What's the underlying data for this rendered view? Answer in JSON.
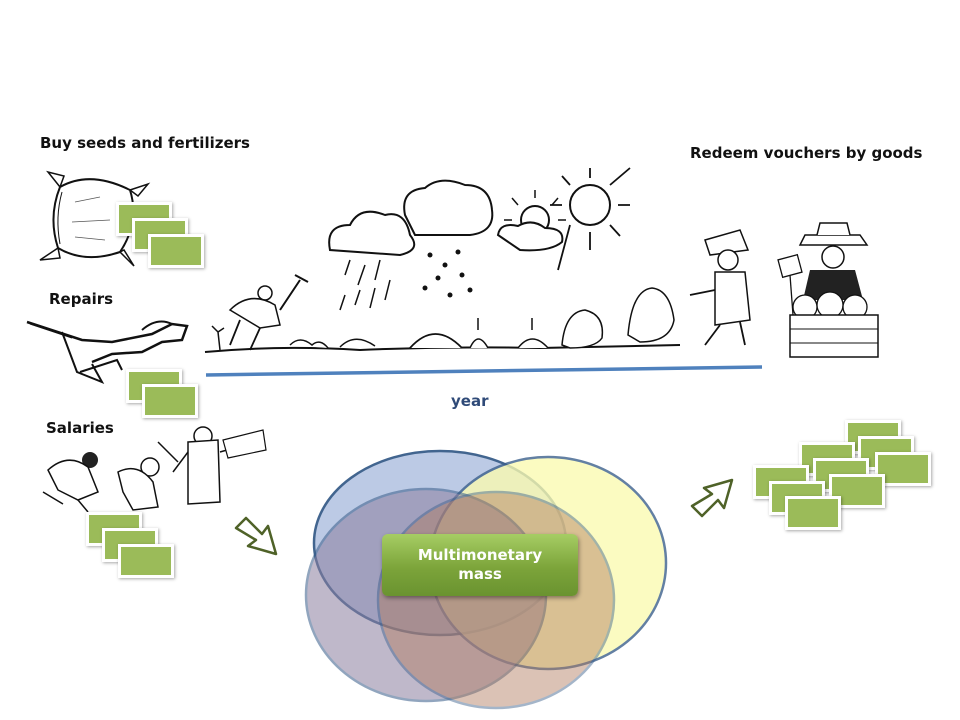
{
  "labels": {
    "buy_seeds": "Buy seeds and fertilizers",
    "repairs": "Repairs",
    "salaries": "Salaries",
    "redeem": "Redeem vouchers by goods"
  },
  "timeline": {
    "label": "year"
  },
  "center": {
    "line1": "Multimonetary",
    "line2": "mass"
  },
  "icons": [
    "seed-sack-icon",
    "plough-icon",
    "workers-icon",
    "rain-cloud-icon",
    "hail-cloud-icon",
    "sun-icon",
    "farmer-icon",
    "market-vendor-icon",
    "arrow-icon"
  ],
  "colors": {
    "voucher": "#9bbb59",
    "timeline": "#4f81bd",
    "year_text": "#2f4a78",
    "circle_blue": "#b9c8e4",
    "circle_yellow": "#fbfbb0",
    "circle_stroke": "#385d8a",
    "arrow": "#4f6228"
  }
}
